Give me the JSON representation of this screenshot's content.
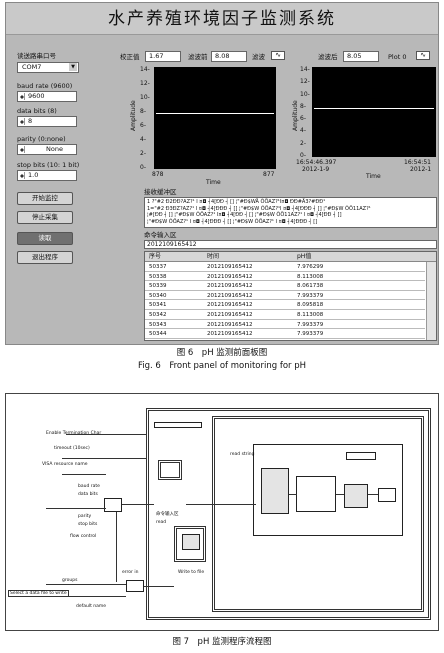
{
  "fig6": {
    "title": "水产养殖环境因子监测系统",
    "left_controls": {
      "port_label": "读送路串口号",
      "port_value": "COM7",
      "baud_label": "baud rate (9600)",
      "baud_value": "9600",
      "databits_label": "data bits (8)",
      "databits_value": "8",
      "parity_label": "parity (0:none)",
      "parity_value": "None",
      "stopbits_label": "stop bits (10: 1 bit)",
      "stopbits_value": "1.0"
    },
    "buttons": [
      "开始监控",
      "停止采集",
      "读取",
      "退出程序"
    ],
    "top_row": {
      "correction_label": "校正值",
      "correction_value": "1.67",
      "before_label": "滤波前",
      "before_value": "8.08",
      "filter_label": "滤波",
      "after_label": "滤波后",
      "after_value": "8.05",
      "plot_label": "Plot 0"
    },
    "graph_left": {
      "ylabel": "Amplitude",
      "xlabel": "Time",
      "y_ticks": [
        "14-",
        "12-",
        "10-",
        "8-",
        "6-",
        "4-",
        "2-",
        "0-"
      ],
      "x_start": "878",
      "x_end": "877"
    },
    "graph_right": {
      "ylabel": "Amplitude",
      "xlabel": "Time",
      "y_ticks": [
        "14-",
        "12-",
        "10-",
        "8-",
        "6-",
        "4-",
        "2-",
        "0-"
      ],
      "x_start_time": "16:54:46.397",
      "x_start_date": "2012-1-9",
      "x_end_time": "16:54:51",
      "x_end_date": "2012-1"
    },
    "recv_label": "接收缓冲区",
    "recv_lines": [
      "1 ?\"#2 Ð2ÐÐ?AZ?¹ I ¤◘ ┤4[ÐÐ ┤ [] ¦\"#Ð$WÄ ÕÖAZ?¹I¤◘ ĐĐ#Ä3?#ÐÐ¹",
      "1=\"#2 Ð3ÐZ?AZ?¹ I ¤◘ ┤4[ÐÐÐ ┤ [] ¦\"#Ð$W ÕÖAZ?¹I ¤◘ ┤4[ÐÐÐ ┤ [] ¦\"#Ð$W ÕÖ11AZ?¹",
      "¦#[ÐÐ ┤ [] ¦\"#Ð$W ÕÖAZ?¹ I¤◘ ┤4[ÐÐ ┤ [] ¦\"#Ð$W ÕÖ11AZ?¹ I ¤◘ ┤4[ÐÐ ┤ []",
      "¦\"#Ð$W ÕÖAZ?¹ I ¤◘ ┤4[ÐÐÐ ┤ [] ¦\"#Ð$W ÕÖAZ?¹ I ¤◘ ┤4[ÐÐÐ ┤ []"
    ],
    "cmd_label": "命令输入区",
    "cmd_value": "2012109165412",
    "table": {
      "headers": [
        "序号",
        "时间",
        "pH值"
      ],
      "rows": [
        [
          "50337",
          "2012109165412",
          "7.976299"
        ],
        [
          "50338",
          "2012109165412",
          "8.113008"
        ],
        [
          "50339",
          "2012109165412",
          "8.061738"
        ],
        [
          "50340",
          "2012109165412",
          "7.993379"
        ],
        [
          "50341",
          "2012109165412",
          "8.095818"
        ],
        [
          "50342",
          "2012109165412",
          "8.113008"
        ],
        [
          "50343",
          "2012109165412",
          "7.993379"
        ],
        [
          "50344",
          "2012109165412",
          "7.993379"
        ]
      ]
    },
    "caption_cn": "图 6　pH 监测前面板图",
    "caption_en": "Fig. 6　Front panel of monitoring for pH"
  },
  "fig7": {
    "labels": {
      "enable_term": "Enable Termination Char",
      "timeout": "timeout (10sec)",
      "visa_name": "VISA resource name",
      "baud_rate": "baud rate",
      "data_bits": "data bits",
      "parity": "parity",
      "stop_bits": "stop bits",
      "flow": "flow control",
      "groups": "groups",
      "select": "Select a data file to write",
      "cmd": "命令输入区",
      "read": "read",
      "read_string": "read string",
      "write_file": "Write to file",
      "error_in": "error in",
      "out_name": "default name"
    },
    "caption_cn": "图 7　pH 监测程序流程图"
  }
}
